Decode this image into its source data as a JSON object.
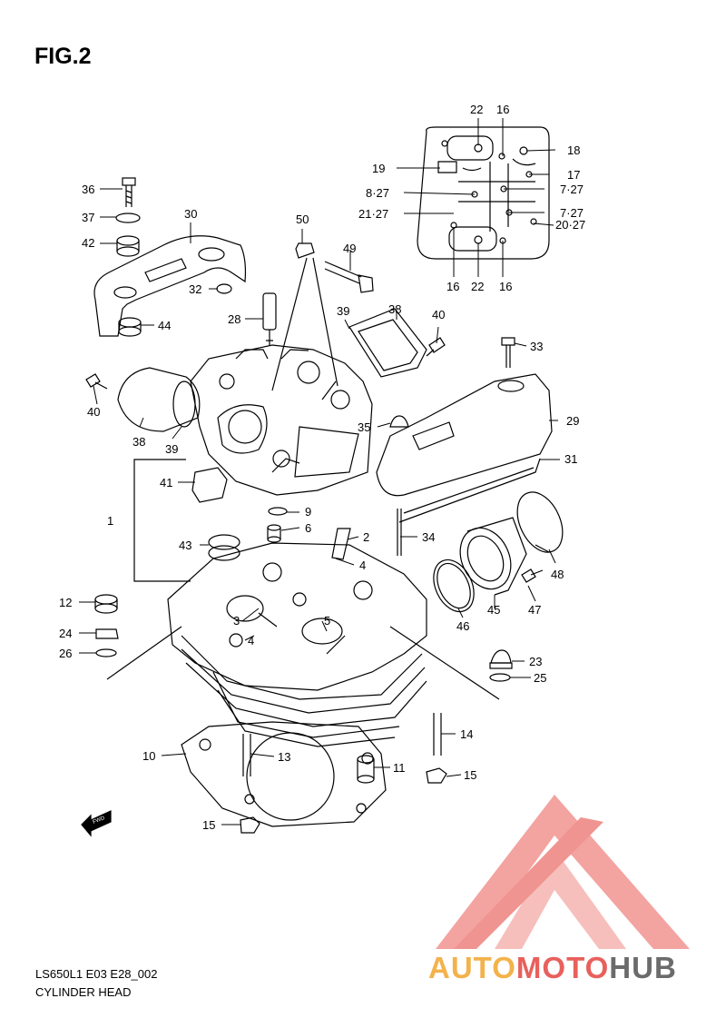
{
  "figure": {
    "title": "FIG.2",
    "code": "LS650L1 E03 E28_002",
    "caption": "CYLINDER HEAD"
  },
  "watermark": {
    "part1": "AUTO",
    "part2": "MOTO",
    "part3": "HUB",
    "colors": [
      "#f3b24b",
      "#e8605c",
      "#6b6b6b"
    ]
  },
  "fwd_label": "FWD",
  "callouts": {
    "c22a": "22",
    "c16a": "16",
    "c18": "18",
    "c19": "19",
    "c17": "17",
    "c8_27": "8·27",
    "c7_27a": "7·27",
    "c21_27": "21·27",
    "c7_27b": "7·27",
    "c20_27": "20·27",
    "c16b": "16",
    "c22b": "22",
    "c16c": "16",
    "c36": "36",
    "c37": "37",
    "c30": "30",
    "c42": "42",
    "c50": "50",
    "c49": "49",
    "c32": "32",
    "c28": "28",
    "c44": "44",
    "c39a": "39",
    "c38a": "38",
    "c40a": "40",
    "c33": "33",
    "c40b": "40",
    "c38b": "38",
    "c39b": "39",
    "c35": "35",
    "c29": "29",
    "c31": "31",
    "c41": "41",
    "c1": "1",
    "c9": "9",
    "c6": "6",
    "c2": "2",
    "c43": "43",
    "c34": "34",
    "c4a": "4",
    "c48": "48",
    "c12": "12",
    "c3": "3",
    "c5": "5",
    "c4b": "4",
    "c24": "24",
    "c26": "26",
    "c46": "46",
    "c45": "45",
    "c47": "47",
    "c23": "23",
    "c25": "25",
    "c14": "14",
    "c10": "10",
    "c13": "13",
    "c11": "11",
    "c15a": "15",
    "c15b": "15"
  }
}
